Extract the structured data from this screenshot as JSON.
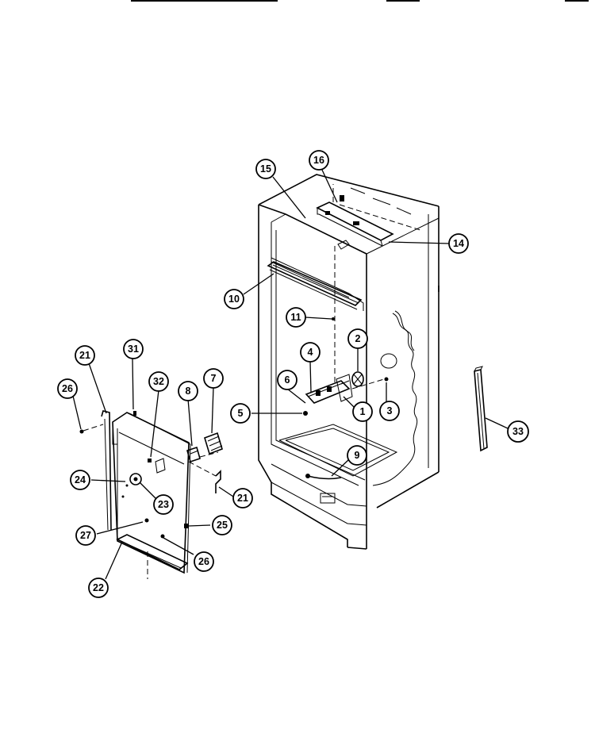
{
  "diagram": {
    "callouts": [
      {
        "id": "c15",
        "label": "15"
      },
      {
        "id": "c16",
        "label": "16"
      },
      {
        "id": "c14",
        "label": "14"
      },
      {
        "id": "c10",
        "label": "10"
      },
      {
        "id": "c11",
        "label": "11"
      },
      {
        "id": "c2",
        "label": "2"
      },
      {
        "id": "c4",
        "label": "4"
      },
      {
        "id": "c6",
        "label": "6"
      },
      {
        "id": "c3",
        "label": "3"
      },
      {
        "id": "c1",
        "label": "1"
      },
      {
        "id": "c5",
        "label": "5"
      },
      {
        "id": "c9",
        "label": "9"
      },
      {
        "id": "c33",
        "label": "33"
      },
      {
        "id": "c21a",
        "label": "21"
      },
      {
        "id": "c31",
        "label": "31"
      },
      {
        "id": "c26a",
        "label": "26"
      },
      {
        "id": "c32",
        "label": "32"
      },
      {
        "id": "c8",
        "label": "8"
      },
      {
        "id": "c7",
        "label": "7"
      },
      {
        "id": "c24",
        "label": "24"
      },
      {
        "id": "c23",
        "label": "23"
      },
      {
        "id": "c21b",
        "label": "21"
      },
      {
        "id": "c27",
        "label": "27"
      },
      {
        "id": "c25",
        "label": "25"
      },
      {
        "id": "c26b",
        "label": "26"
      },
      {
        "id": "c22",
        "label": "22"
      }
    ]
  }
}
